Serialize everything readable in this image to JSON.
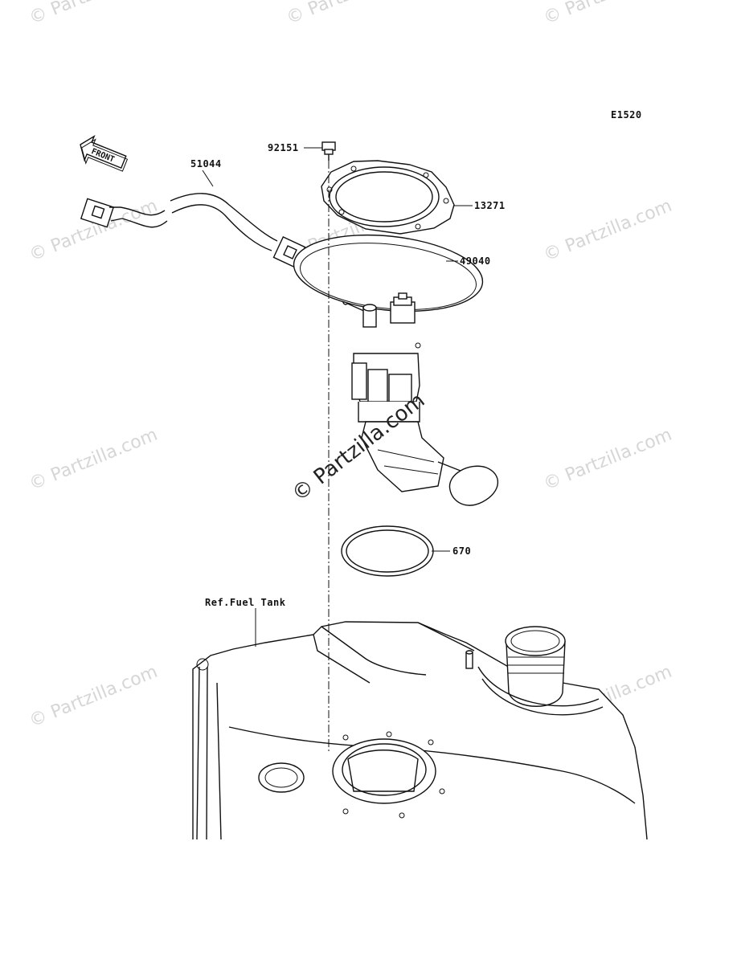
{
  "diagram_code": "E1520",
  "front_label": "FRONT",
  "ref_label": "Ref.Fuel Tank",
  "parts": [
    {
      "number": "92151"
    },
    {
      "number": "51044"
    },
    {
      "number": "13271"
    },
    {
      "number": "49040"
    },
    {
      "number": "670"
    }
  ],
  "watermark": "© Partzilla.com"
}
